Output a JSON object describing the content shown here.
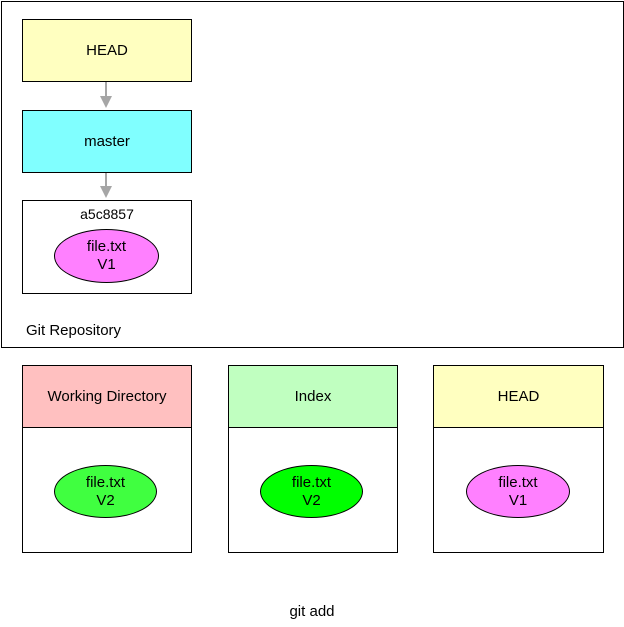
{
  "repository": {
    "label": "Git Repository",
    "head_box": {
      "label": "HEAD",
      "color": "#ffffc0"
    },
    "master_box": {
      "label": "master",
      "color": "#80ffff"
    },
    "commit": {
      "id": "a5c8857",
      "file": {
        "name": "file.txt",
        "version": "V1",
        "color": "#ff80ff"
      }
    },
    "arrow_color": "#a6a6a6"
  },
  "areas": [
    {
      "title": "Working Directory",
      "header_color": "#ffc0c0",
      "file": {
        "name": "file.txt",
        "version": "V2",
        "color": "#40ff40"
      }
    },
    {
      "title": "Index",
      "header_color": "#c0ffc0",
      "file": {
        "name": "file.txt",
        "version": "V2",
        "color": "#00ff00"
      }
    },
    {
      "title": "HEAD",
      "header_color": "#ffffc0",
      "file": {
        "name": "file.txt",
        "version": "V1",
        "color": "#ff80ff"
      }
    }
  ],
  "caption": "git add"
}
